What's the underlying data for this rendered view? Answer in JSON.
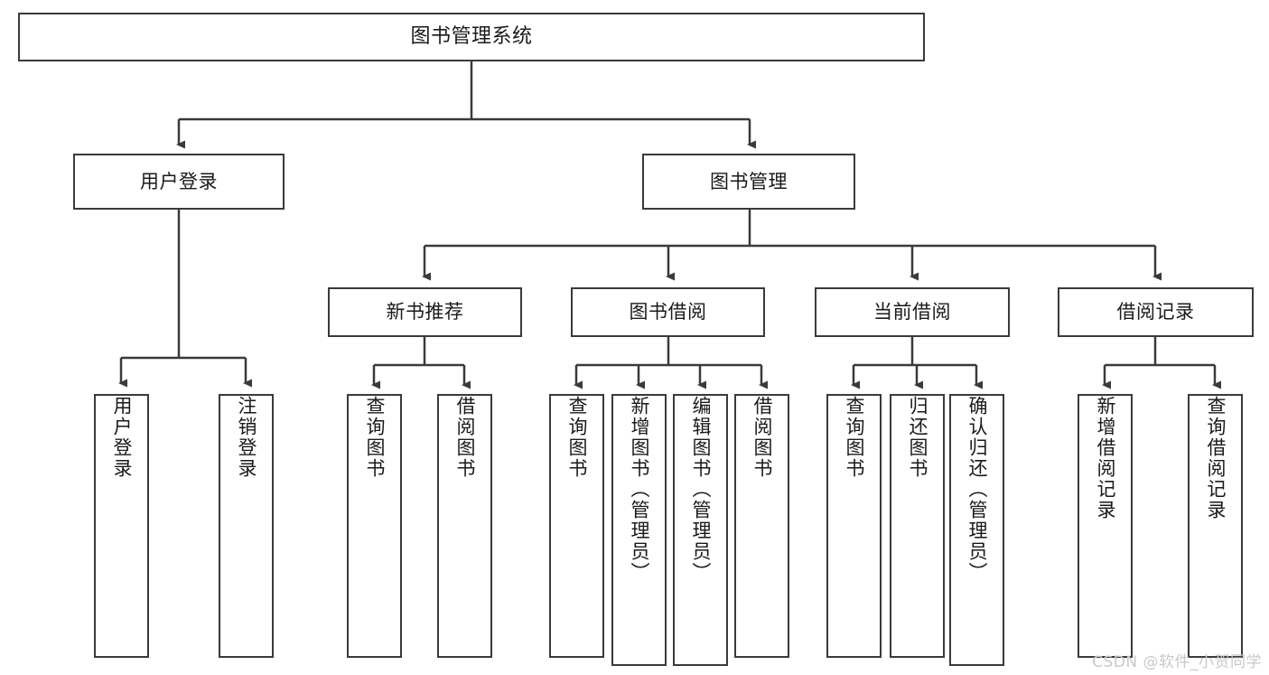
{
  "diagram": {
    "title": "图书管理系统",
    "type": "function-hierarchy-tree",
    "background_color": "#ffffff",
    "box_border_color": "#3a3a3a",
    "text_color": "#1a1a1a",
    "levels": [
      {
        "level": 1,
        "nodes": [
          {
            "id": "root",
            "label": "图书管理系统",
            "orientation": "horizontal"
          }
        ]
      },
      {
        "level": 2,
        "nodes": [
          {
            "id": "login",
            "label": "用户登录",
            "orientation": "horizontal",
            "parent": "root"
          },
          {
            "id": "bookmgmt",
            "label": "图书管理",
            "orientation": "horizontal",
            "parent": "root"
          }
        ]
      },
      {
        "level": 3,
        "nodes": [
          {
            "id": "newbook",
            "label": "新书推荐",
            "orientation": "horizontal",
            "parent": "bookmgmt"
          },
          {
            "id": "borrow",
            "label": "图书借阅",
            "orientation": "horizontal",
            "parent": "bookmgmt"
          },
          {
            "id": "current",
            "label": "当前借阅",
            "orientation": "horizontal",
            "parent": "bookmgmt"
          },
          {
            "id": "records",
            "label": "借阅记录",
            "orientation": "horizontal",
            "parent": "bookmgmt"
          }
        ]
      },
      {
        "level": 4,
        "nodes": [
          {
            "id": "leaf1",
            "label": "用户登录",
            "orientation": "vertical",
            "parent": "login"
          },
          {
            "id": "leaf2",
            "label": "注销登录",
            "orientation": "vertical",
            "parent": "login"
          },
          {
            "id": "leaf3",
            "label": "查询图书",
            "orientation": "vertical",
            "parent": "newbook"
          },
          {
            "id": "leaf4",
            "label": "借阅图书",
            "orientation": "vertical",
            "parent": "newbook"
          },
          {
            "id": "leaf5",
            "label": "查询图书",
            "orientation": "vertical",
            "parent": "borrow"
          },
          {
            "id": "leaf6",
            "label": "新增图书（管理员）",
            "orientation": "vertical",
            "parent": "borrow"
          },
          {
            "id": "leaf7",
            "label": "编辑图书（管理员）",
            "orientation": "vertical",
            "parent": "borrow"
          },
          {
            "id": "leaf8",
            "label": "借阅图书",
            "orientation": "vertical",
            "parent": "borrow"
          },
          {
            "id": "leaf9",
            "label": "查询图书",
            "orientation": "vertical",
            "parent": "current"
          },
          {
            "id": "leaf10",
            "label": "归还图书",
            "orientation": "vertical",
            "parent": "current"
          },
          {
            "id": "leaf11",
            "label": "确认归还（管理员）",
            "orientation": "vertical",
            "parent": "current"
          },
          {
            "id": "leaf12",
            "label": "新增借阅记录",
            "orientation": "vertical",
            "parent": "records"
          },
          {
            "id": "leaf13",
            "label": "查询借阅记录",
            "orientation": "vertical",
            "parent": "records"
          }
        ]
      }
    ]
  },
  "watermark": {
    "text": "CSDN @软件_小贺同学",
    "color": "#c9c9c9"
  }
}
